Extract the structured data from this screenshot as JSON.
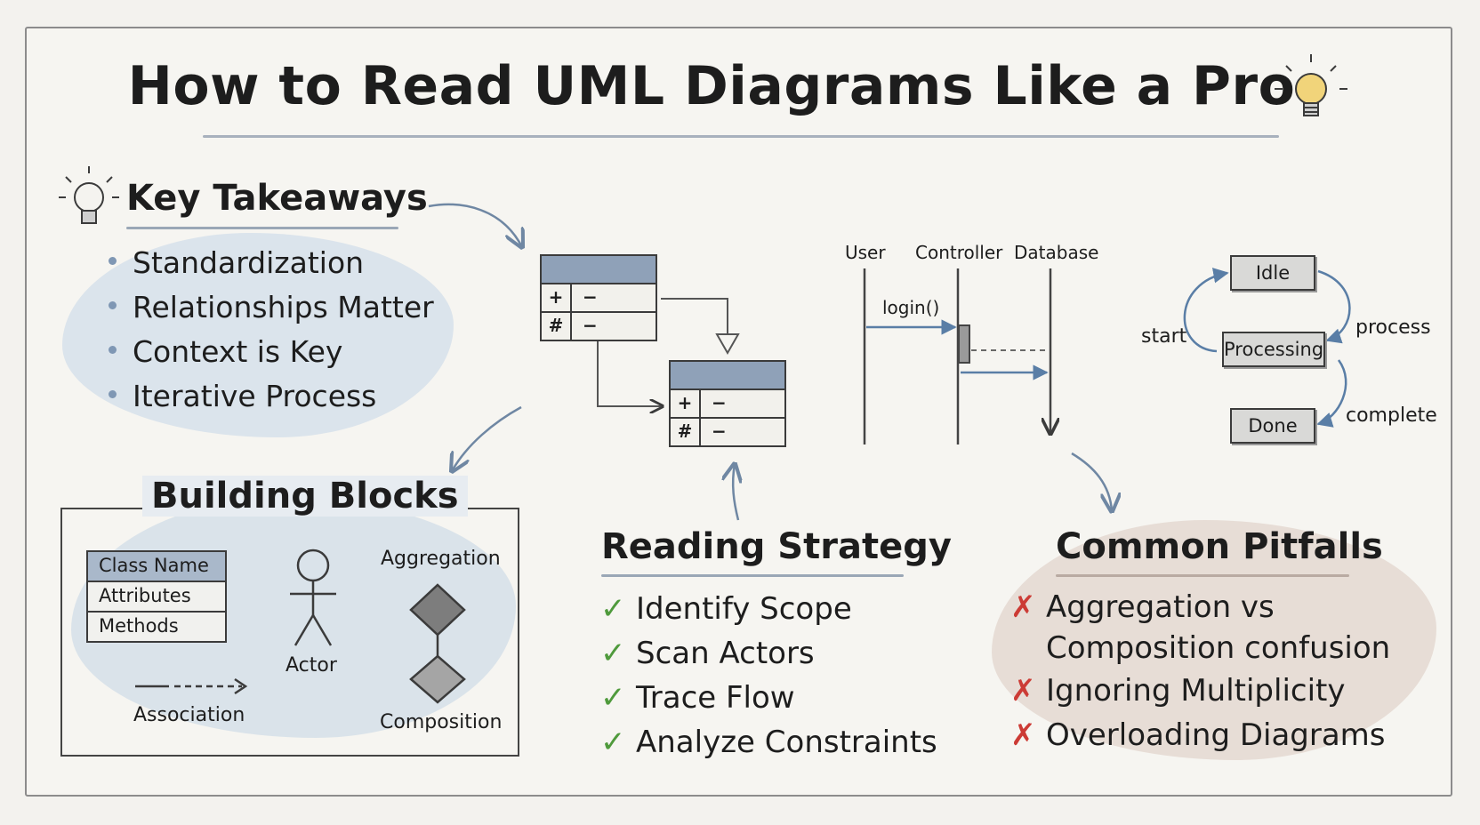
{
  "title": "How to Read UML Diagrams Like a Pro",
  "key_takeaways": {
    "heading": "Key Takeaways",
    "items": [
      "Standardization",
      "Relationships Matter",
      "Context is Key",
      "Iterative Process"
    ]
  },
  "building_blocks": {
    "heading": "Building Blocks",
    "class_box": [
      "Class Name",
      "Attributes",
      "Methods"
    ],
    "actor_label": "Actor",
    "association_label": "Association",
    "aggregation_label": "Aggregation",
    "composition_label": "Composition"
  },
  "class_diagram": {
    "symbols": [
      "+",
      "#"
    ],
    "dash": "−"
  },
  "sequence": {
    "lifelines": [
      "User",
      "Controller",
      "Database"
    ],
    "message": "login()"
  },
  "state_machine": {
    "states": [
      "Idle",
      "Processing",
      "Done"
    ],
    "transitions": [
      "start",
      "process",
      "complete"
    ]
  },
  "reading_strategy": {
    "heading": "Reading Strategy",
    "items": [
      "Identify Scope",
      "Scan Actors",
      "Trace Flow",
      "Analyze Constraints"
    ]
  },
  "common_pitfalls": {
    "heading": "Common Pitfalls",
    "items": [
      "Aggregation vs Composition confusion",
      "Ignoring Multiplicity",
      "Overloading Diagrams"
    ]
  },
  "colors": {
    "check": "#4f9a3c",
    "cross": "#cc3b35",
    "accent": "#7f97b4"
  }
}
